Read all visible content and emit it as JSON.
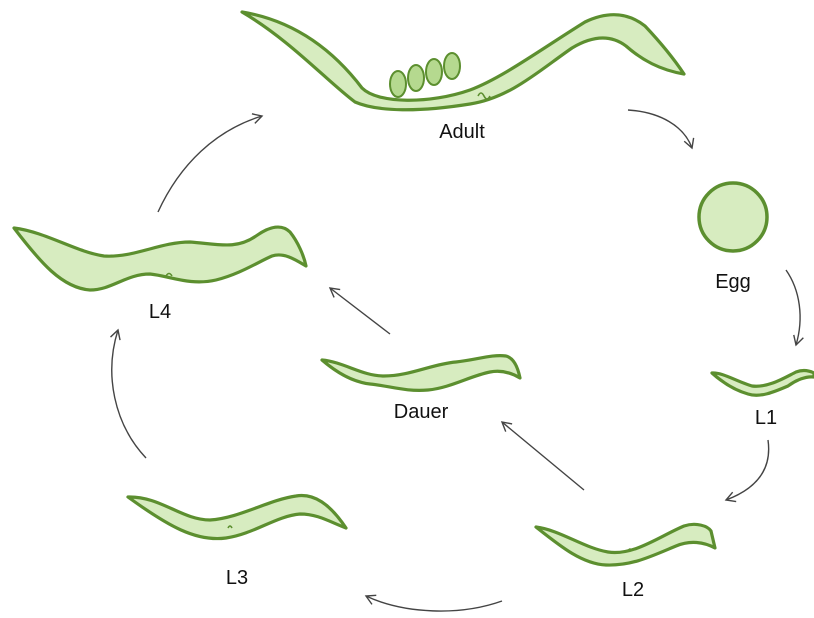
{
  "stages": {
    "adult": "Adult",
    "egg": "Egg",
    "l1": "L1",
    "l2": "L2",
    "l3": "L3",
    "l4": "L4",
    "dauer": "Dauer"
  },
  "colors": {
    "body_fill": "#d7ecc0",
    "outline": "#5c8f2f",
    "eggs_inside": "#b5d98f",
    "arrows": "#444444"
  }
}
